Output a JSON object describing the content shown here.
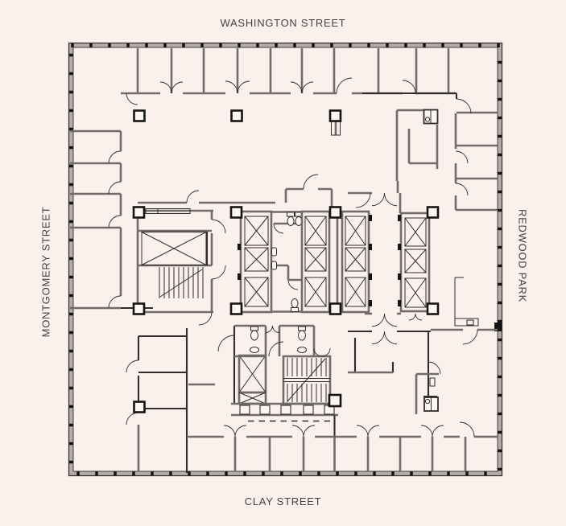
{
  "colors": {
    "bg": "#FAF1EC",
    "ink": "#45403F",
    "wall": "#716C69",
    "dark": "#302C2D",
    "band": "#B3ACA8",
    "paper": "#FCF5F1",
    "blk": "#141414"
  },
  "streets": {
    "top": {
      "label": "WASHINGTON STREET"
    },
    "left": {
      "label": "MONTGOMERY STREET"
    },
    "right": {
      "label": "REDWOOD PARK"
    },
    "bottom": {
      "label": "CLAY STREET"
    }
  }
}
